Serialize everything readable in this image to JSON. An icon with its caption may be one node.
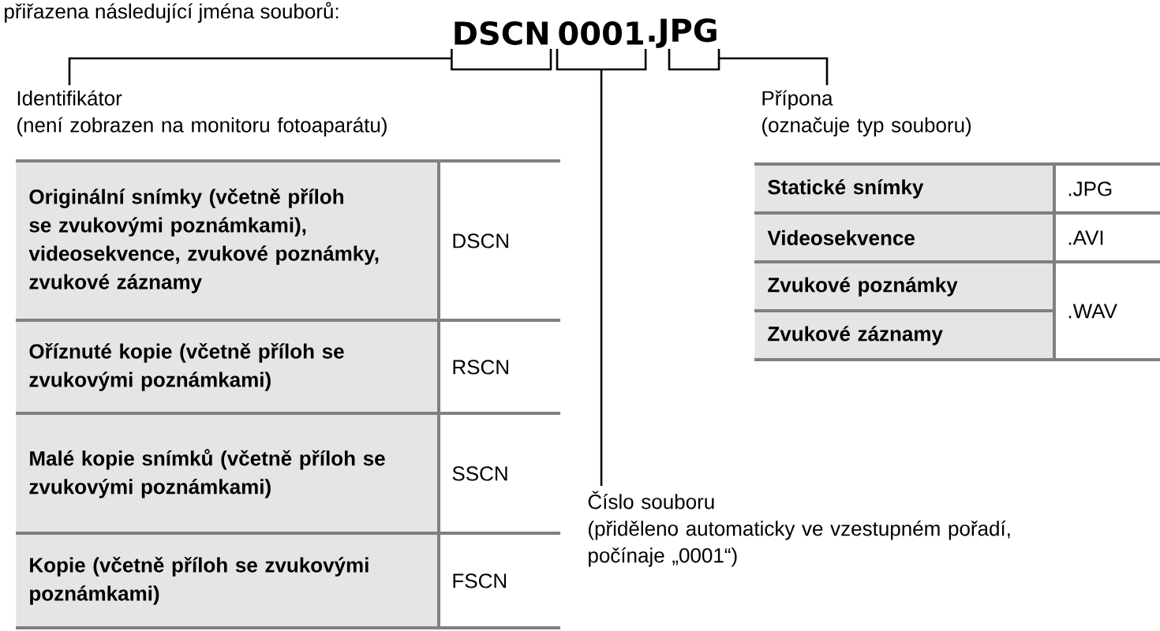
{
  "diagram": {
    "nodes": [
      {
        "text": [
          "DSCN"
        ]
      },
      {
        "text": [
          "0001"
        ]
      },
      {
        "text": [
          ".JPG"
        ]
      },
      {
        "text": [
          "Identifikátor",
          "(není zobrazen na monitoru fotoaparátu)"
        ]
      },
      {
        "text": [
          "Číslo souboru",
          "(přiděleno automaticky ve vzestupném pořadí, počínaje „0001“)"
        ]
      },
      {
        "text": [
          "Přípona",
          "(označuje typ souboru)"
        ]
      }
    ],
    "edges": [
      {
        "from": 0,
        "to": 3,
        "arrow": "none"
      },
      {
        "from": 1,
        "to": 4,
        "arrow": "none"
      },
      {
        "from": 2,
        "to": 5,
        "arrow": "none"
      }
    ],
    "labels": [
      "přiřazena následující jména souborů:",
      "Originální snímky (včetně příloh se zvukovými poznámkami), videosekvence, zvukové poznámky, zvukové záznamy",
      "DSCN",
      "Oříznuté kopie (včetně příloh se zvukovými poznámkami)",
      "RSCN",
      "Malé kopie snímků (včetně příloh se zvukovými poznámkami)",
      "SSCN",
      "Kopie (včetně příloh se zvukovými poznámkami)",
      "FSCN",
      "Statické snímky",
      ".JPG",
      "Videosekvence",
      ".AVI",
      "Zvukové poznámky",
      ".WAV",
      "Zvukové záznamy"
    ]
  }
}
